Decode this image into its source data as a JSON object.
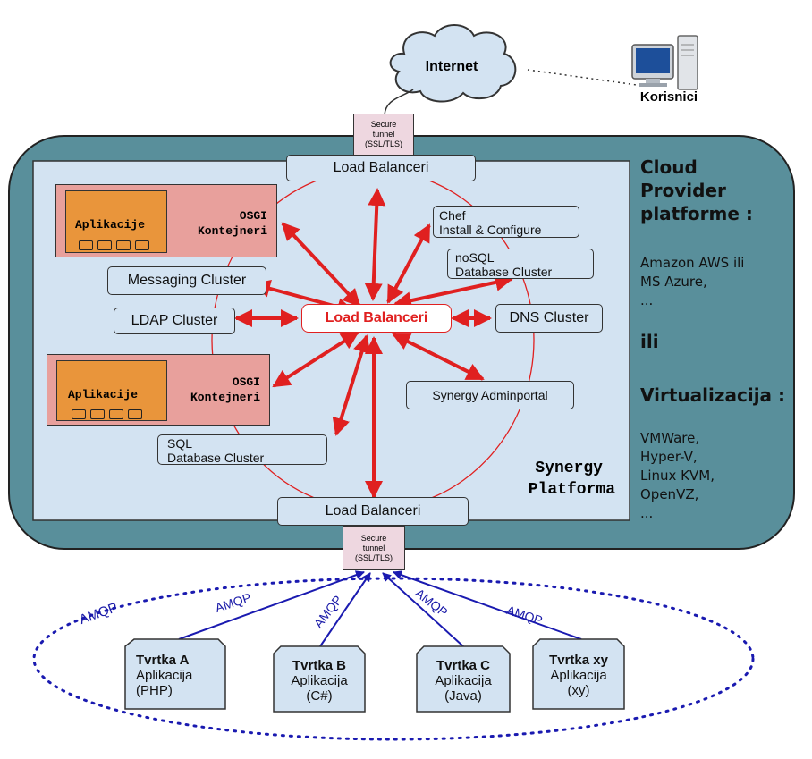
{
  "internet": {
    "label": "Internet"
  },
  "users": {
    "label": "Korisnici"
  },
  "tunnel_top": {
    "line1": "Secure",
    "line2": "tunnel",
    "line3": "(SSL/TLS)"
  },
  "tunnel_bottom": {
    "line1": "Secure",
    "line2": "tunnel",
    "line3": "(SSL/TLS)"
  },
  "lb_top": "Load Balanceri",
  "lb_center": "Load Balanceri",
  "lb_bottom": "Load Balanceri",
  "osgi_top": {
    "app": "Aplikacije",
    "line1": "OSGI",
    "line2": "Kontejneri"
  },
  "osgi_bottom": {
    "app": "Aplikacije",
    "line1": "OSGI",
    "line2": "Kontejneri"
  },
  "messaging": "Messaging Cluster",
  "ldap": "LDAP  Cluster",
  "chef": {
    "line1": "Chef",
    "line2": "Install & Configure"
  },
  "nosql": {
    "line1": "noSQL",
    "line2": "Database Cluster"
  },
  "dns": "DNS  Cluster",
  "adminportal": "Synergy Adminportal",
  "sql": {
    "line1": "SQL",
    "line2": "Database Cluster"
  },
  "platform": {
    "line1": "Synergy",
    "line2": "Platforma"
  },
  "side": {
    "cloud": [
      "Cloud",
      "Provider",
      "platforme :"
    ],
    "cloud_items": [
      "Amazon AWS ili",
      "MS Azure,",
      "..."
    ],
    "ili": "ili",
    "virt": "Virtualizacija :",
    "virt_items": [
      "VMWare,",
      "Hyper-V,",
      "Linux KVM,",
      "OpenVZ,",
      "..."
    ]
  },
  "amqp_outer": "AMQP",
  "amqp_links": [
    "AMQP",
    "AMQP",
    "AMQP",
    "AMQP"
  ],
  "tenants": [
    {
      "name": "Tvrtka A",
      "line1": "Aplikacija",
      "line2": "(PHP)"
    },
    {
      "name": "Tvrtka B",
      "line1": "Aplikacija",
      "line2": "(C#)"
    },
    {
      "name": "Tvrtka C",
      "line1": "Aplikacija",
      "line2": "(Java)"
    },
    {
      "name": "Tvrtka xy",
      "line1": "Aplikacija",
      "line2": "(xy)"
    }
  ],
  "colors": {
    "outer_teal": "#598f9b",
    "inner_blue": "#d3e3f2",
    "arrow_red": "#e02020",
    "link_blue": "#1a1ab0",
    "osgi_pink": "#e8a09c",
    "app_orange": "#e9953b"
  }
}
